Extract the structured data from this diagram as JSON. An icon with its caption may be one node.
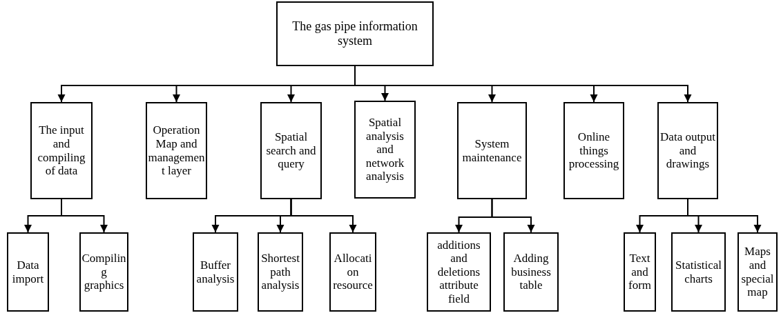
{
  "diagram": {
    "nodes": [
      {
        "text": [
          "The gas pipe information system"
        ]
      },
      {
        "text": [
          "The input and compiling of data"
        ]
      },
      {
        "text": [
          "Operation Map and management layer"
        ]
      },
      {
        "text": [
          "Spatial search and query"
        ]
      },
      {
        "text": [
          "Spatial analysis and network analysis"
        ]
      },
      {
        "text": [
          "System maintenance"
        ]
      },
      {
        "text": [
          "Online things processing"
        ]
      },
      {
        "text": [
          "Data output and drawings"
        ]
      },
      {
        "text": [
          "Data import"
        ]
      },
      {
        "text": [
          "Compiling graphics"
        ]
      },
      {
        "text": [
          "Buffer analysis"
        ]
      },
      {
        "text": [
          "Shortest path analysis"
        ]
      },
      {
        "text": [
          "Allocation resource"
        ]
      },
      {
        "text": [
          "additions and deletions attribute field"
        ]
      },
      {
        "text": [
          "Adding business table"
        ]
      },
      {
        "text": [
          "Text and form"
        ]
      },
      {
        "text": [
          "Statistical charts"
        ]
      },
      {
        "text": [
          "Maps and special map"
        ]
      }
    ],
    "edges": [
      {
        "from": 0,
        "to": 1,
        "arrow": "to"
      },
      {
        "from": 0,
        "to": 2,
        "arrow": "to"
      },
      {
        "from": 0,
        "to": 3,
        "arrow": "to"
      },
      {
        "from": 0,
        "to": 4,
        "arrow": "to"
      },
      {
        "from": 0,
        "to": 5,
        "arrow": "to"
      },
      {
        "from": 0,
        "to": 6,
        "arrow": "to"
      },
      {
        "from": 0,
        "to": 7,
        "arrow": "to"
      },
      {
        "from": 1,
        "to": 8,
        "arrow": "to"
      },
      {
        "from": 1,
        "to": 9,
        "arrow": "to"
      },
      {
        "from": 3,
        "to": 10,
        "arrow": "to"
      },
      {
        "from": 3,
        "to": 11,
        "arrow": "to"
      },
      {
        "from": 3,
        "to": 12,
        "arrow": "to"
      },
      {
        "from": 5,
        "to": 13,
        "arrow": "to"
      },
      {
        "from": 5,
        "to": 14,
        "arrow": "to"
      },
      {
        "from": 7,
        "to": 15,
        "arrow": "to"
      },
      {
        "from": 7,
        "to": 16,
        "arrow": "to"
      },
      {
        "from": 7,
        "to": 17,
        "arrow": "to"
      }
    ]
  }
}
